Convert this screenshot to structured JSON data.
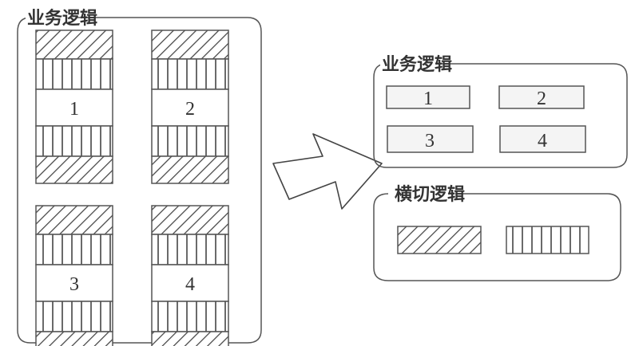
{
  "left_panel": {
    "title": "业务逻辑",
    "modules": [
      {
        "label": "1"
      },
      {
        "label": "2"
      },
      {
        "label": "3"
      },
      {
        "label": "4"
      }
    ]
  },
  "right_business_panel": {
    "title": "业务逻辑",
    "modules": [
      {
        "label": "1"
      },
      {
        "label": "2"
      },
      {
        "label": "3"
      },
      {
        "label": "4"
      }
    ]
  },
  "right_crosscut_panel": {
    "title": "横切逻辑"
  },
  "colors": {
    "stroke": "#555555",
    "text": "#333333"
  }
}
